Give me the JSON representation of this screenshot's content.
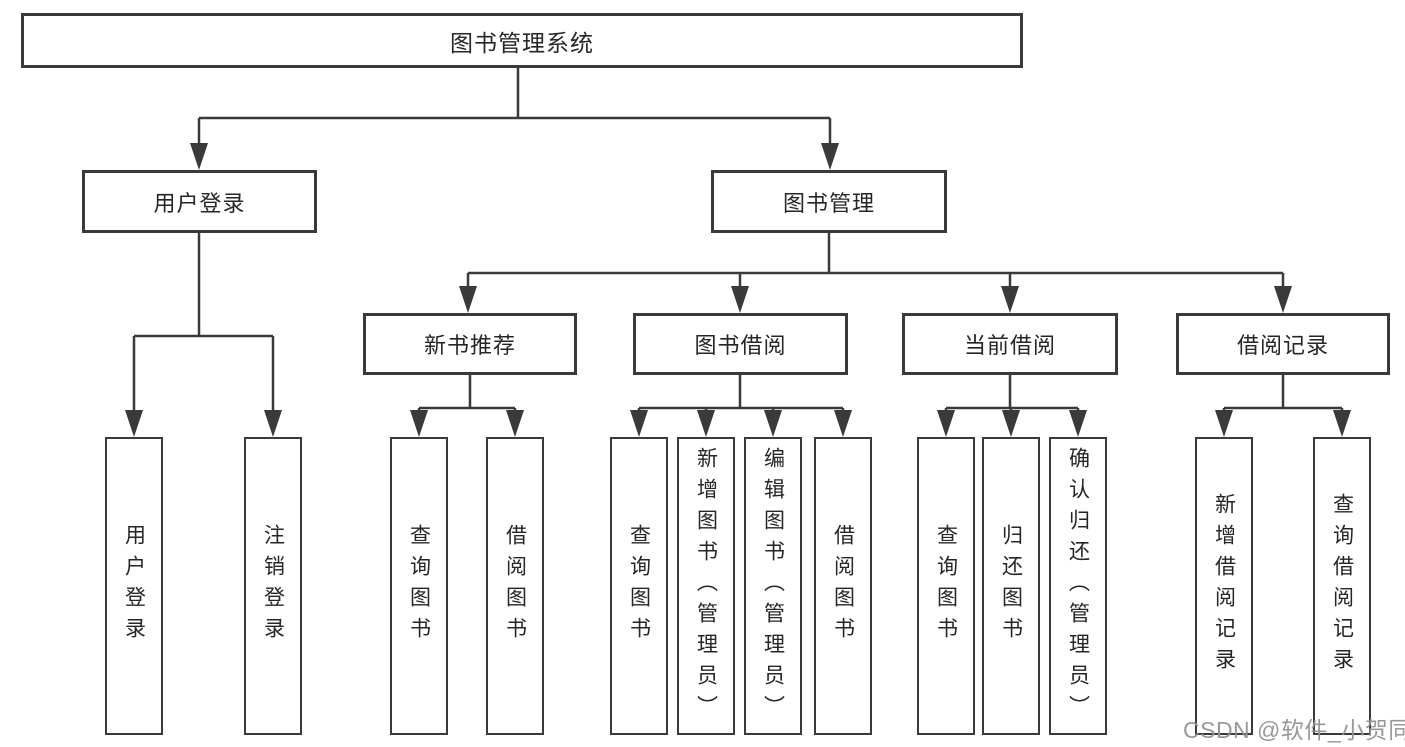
{
  "diagram": {
    "title_node": {
      "label": "图书管理系统"
    },
    "level2": [
      {
        "label": "用户登录"
      },
      {
        "label": "图书管理"
      }
    ],
    "level3": [
      {
        "label": "新书推荐"
      },
      {
        "label": "图书借阅"
      },
      {
        "label": "当前借阅"
      },
      {
        "label": "借阅记录"
      }
    ],
    "leaves": {
      "login": [
        "用户登录",
        "注销登录"
      ],
      "newbook": [
        "查询图书",
        "借阅图书"
      ],
      "borrow": [
        "查询图书",
        "新增图书（管理员）",
        "编辑图书（管理员）",
        "借阅图书"
      ],
      "current": [
        "查询图书",
        "归还图书",
        "确认归还（管理员）"
      ],
      "records": [
        "新增借阅记录",
        "查询借阅记录"
      ]
    }
  },
  "watermark": {
    "text": "CSDN @软件_小贺同学"
  },
  "colors": {
    "line": "#3a3a3a",
    "box_border": "#3a3a3a",
    "text": "#262626",
    "watermark": "#949494",
    "background": "#ffffff"
  }
}
